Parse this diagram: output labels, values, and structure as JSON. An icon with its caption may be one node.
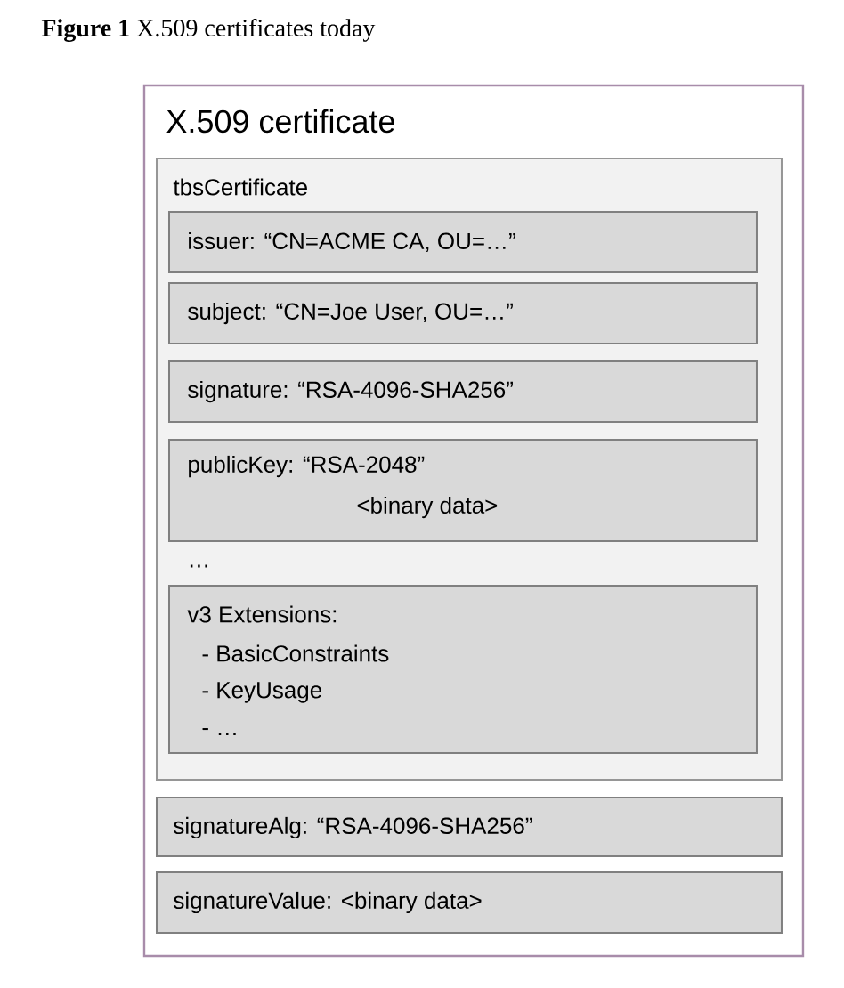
{
  "diagram": {
    "title": "**Figure 1** X.509 certificates today",
    "nodes": [
      {
        "text": [
          "X.509 certificate"
        ]
      },
      {
        "text": [
          "tbsCertificate"
        ],
        "in": 0
      },
      {
        "text": [
          "issuer: “CN=ACME CA, OU=…”"
        ],
        "in": 1
      },
      {
        "text": [
          "subject: “CN=Joe User, OU=…”"
        ],
        "in": 1
      },
      {
        "text": [
          "signature: “RSA-4096-SHA256”"
        ],
        "in": 1
      },
      {
        "text": [
          "publicKey: “RSA-2048”",
          "<binary data>"
        ],
        "in": 1
      },
      {
        "text": [
          "v3 Extensions:",
          "- BasicConstraints",
          "- KeyUsage",
          "- …"
        ],
        "in": 1
      },
      {
        "text": [
          "signatureAlg: “RSA-4096-SHA256”"
        ],
        "in": 0
      },
      {
        "text": [
          "signatureValue: <binary data>"
        ],
        "in": 0
      }
    ],
    "labels": [
      "…"
    ]
  }
}
